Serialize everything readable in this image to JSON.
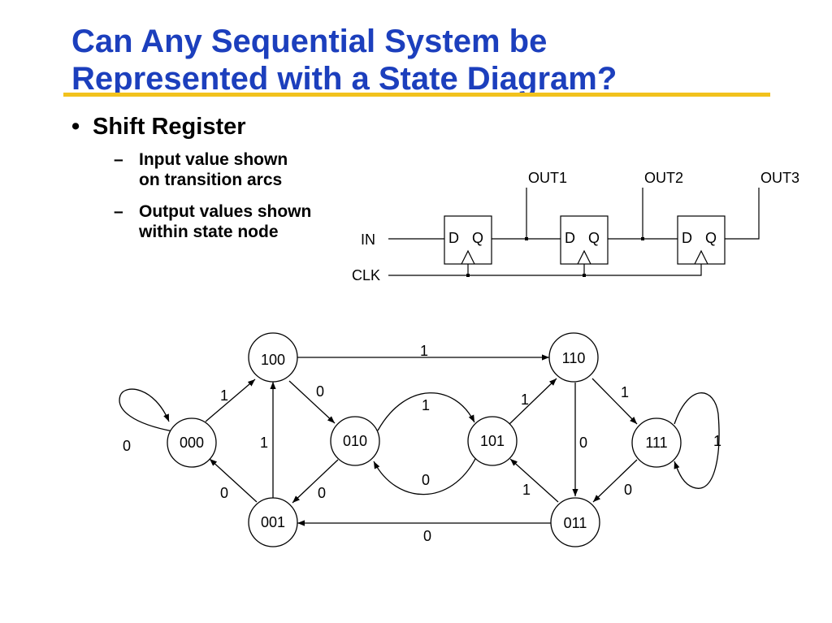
{
  "slide": {
    "title_line1": "Can Any Sequential System be",
    "title_line2": "Represented with a State Diagram?",
    "bullet": "Shift Register",
    "sub_bullets": [
      {
        "dash": "–",
        "line1": "Input value shown",
        "line2": "on transition arcs"
      },
      {
        "dash": "–",
        "line1": "Output values shown",
        "line2": "within state node"
      }
    ],
    "bullet_symbol": "•"
  },
  "colors": {
    "title": "#1c3fbd",
    "rule": "#f2c21d"
  },
  "circuit": {
    "in_label": "IN",
    "clk_label": "CLK",
    "flipflops": [
      {
        "d": "D",
        "q": "Q"
      },
      {
        "d": "D",
        "q": "Q"
      },
      {
        "d": "D",
        "q": "Q"
      }
    ],
    "outputs": [
      "OUT1",
      "OUT2",
      "OUT3"
    ]
  },
  "state_diagram": {
    "states": [
      "100",
      "110",
      "000",
      "010",
      "101",
      "111",
      "001",
      "011"
    ],
    "transitions": [
      {
        "from": "000",
        "to": "000",
        "label": "0"
      },
      {
        "from": "000",
        "to": "100",
        "label": "1"
      },
      {
        "from": "100",
        "to": "110",
        "label": "1"
      },
      {
        "from": "100",
        "to": "010",
        "label": "0"
      },
      {
        "from": "010",
        "to": "101",
        "label": "1"
      },
      {
        "from": "101",
        "to": "010",
        "label": "0"
      },
      {
        "from": "101",
        "to": "110",
        "label": "1"
      },
      {
        "from": "110",
        "to": "111",
        "label": "1"
      },
      {
        "from": "110",
        "to": "011",
        "label": "0"
      },
      {
        "from": "111",
        "to": "111",
        "label": "1"
      },
      {
        "from": "111",
        "to": "011",
        "label": "0"
      },
      {
        "from": "011",
        "to": "101",
        "label": "1"
      },
      {
        "from": "011",
        "to": "001",
        "label": "0"
      },
      {
        "from": "010",
        "to": "001",
        "label": "0"
      },
      {
        "from": "001",
        "to": "100",
        "label": "1"
      },
      {
        "from": "001",
        "to": "000",
        "label": "0"
      }
    ]
  }
}
